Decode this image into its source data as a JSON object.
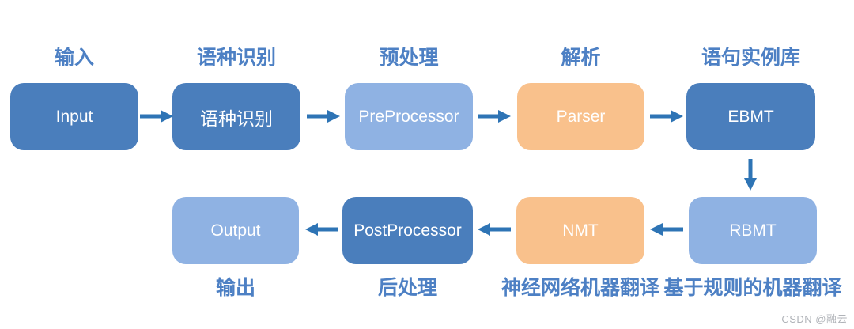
{
  "colors": {
    "dark_blue": "#4a7ebc",
    "light_blue": "#8fb2e3",
    "orange": "#f9c18c",
    "arrow": "#2e74b5",
    "label_text": "#4d80c4",
    "box_text": "#ffffff",
    "watermark": "#b0b3b8"
  },
  "diagram": {
    "top_row": [
      {
        "caption": "输入",
        "box": "Input",
        "color": "dark_blue"
      },
      {
        "caption": "语种识别",
        "box": "语种识别",
        "color": "dark_blue"
      },
      {
        "caption": "预处理",
        "box": "PreProcessor",
        "color": "light_blue"
      },
      {
        "caption": "解析",
        "box": "Parser",
        "color": "orange"
      },
      {
        "caption": "语句实例库",
        "box": "EBMT",
        "color": "dark_blue"
      }
    ],
    "bottom_row": [
      {
        "box": "Output",
        "caption": "输出",
        "color": "light_blue"
      },
      {
        "box": "PostProcessor",
        "caption": "后处理",
        "color": "dark_blue"
      },
      {
        "box": "NMT",
        "caption": "神经网络机器翻译",
        "color": "orange"
      },
      {
        "box": "RBMT",
        "caption": "基于规则的机器翻译",
        "color": "light_blue"
      }
    ]
  },
  "watermark": "CSDN @融云"
}
